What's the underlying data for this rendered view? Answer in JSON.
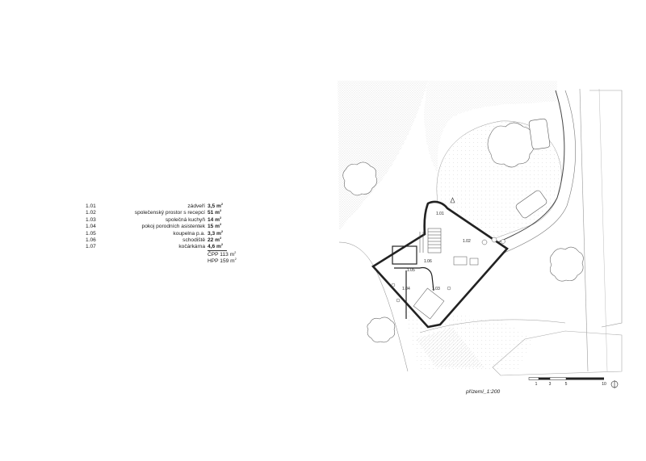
{
  "rooms": [
    {
      "code": "1.01",
      "name": "zádveří",
      "area": "3,5 m",
      "unit": "2"
    },
    {
      "code": "1.02",
      "name": "společenský prostor s recepcí",
      "area": "51 m",
      "unit": "2"
    },
    {
      "code": "1.03",
      "name": "společná kuchyň",
      "area": "14 m",
      "unit": "2"
    },
    {
      "code": "1.04",
      "name": "pokoj porodních asistentek",
      "area": "15 m",
      "unit": "2"
    },
    {
      "code": "1.05",
      "name": "koupelna p.a.",
      "area": "3,3 m",
      "unit": "2"
    },
    {
      "code": "1.06",
      "name": "schodiště",
      "area": "22 m",
      "unit": "2"
    },
    {
      "code": "1.07",
      "name": "kočárkárna",
      "area": "4,6 m",
      "unit": "2"
    }
  ],
  "totals": {
    "cpp": "ČPP 113 m",
    "hpp": "HPP 159 m",
    "unit": "2"
  },
  "plan_labels": {
    "r101": "1.01",
    "r102": "1.02",
    "r103": "1.03",
    "r104": "1.04",
    "r105": "1.05",
    "r106": "1.06"
  },
  "caption": "přízemí_1:200",
  "scale": [
    "1",
    "3",
    "5",
    "10"
  ]
}
